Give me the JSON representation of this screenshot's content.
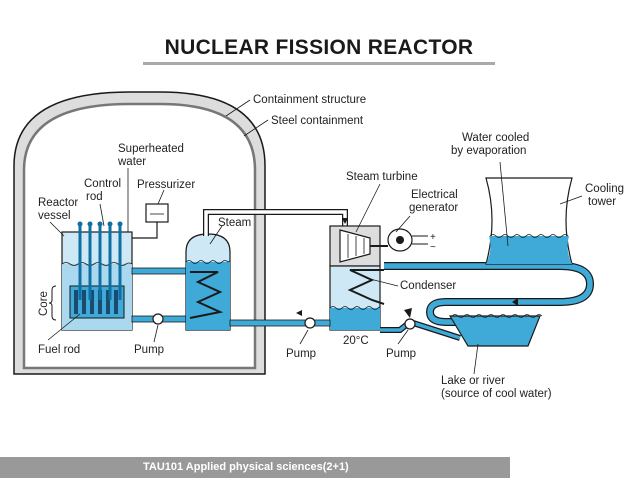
{
  "title": "NUCLEAR FISSION REACTOR",
  "footer": "TAU101 Applied physical sciences(2+1)",
  "colors": {
    "water": "#3fa9d8",
    "water_light": "#a9d8ef",
    "vessel_fill": "#cfe8f5",
    "outline": "#1a1a1a",
    "shell": "#888888",
    "footer_bg": "#999999"
  },
  "labels": {
    "containment_structure": "Containment structure",
    "steel_containment": "Steel containment",
    "superheated_water_1": "Superheated",
    "superheated_water_2": "water",
    "control_rod_1": "Control",
    "control_rod_2": "rod",
    "pressurizer": "Pressurizer",
    "reactor_vessel_1": "Reactor",
    "reactor_vessel_2": "vessel",
    "core": "Core",
    "fuel_rod": "Fuel rod",
    "pump_primary": "Pump",
    "steam": "Steam",
    "steam_turbine": "Steam turbine",
    "electrical_generator_1": "Electrical",
    "electrical_generator_2": "generator",
    "condenser": "Condenser",
    "pump_feed": "Pump",
    "temp": "20°C",
    "pump_cooling": "Pump",
    "water_cooled_1": "Water cooled",
    "water_cooled_2": "by evaporation",
    "cooling_tower_1": "Cooling",
    "cooling_tower_2": "tower",
    "lake_1": "Lake or river",
    "lake_2": "(source of cool water)",
    "plus": "+",
    "ac": "~"
  }
}
